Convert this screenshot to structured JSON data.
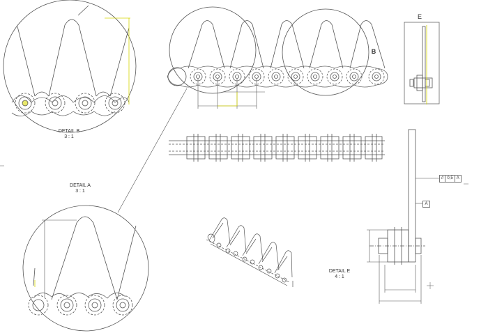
{
  "details": {
    "detail_b": {
      "title": "DETAIL B",
      "scale": "3 : 1"
    },
    "detail_a": {
      "title": "DETAIL A",
      "scale": "3 : 1"
    },
    "detail_e": {
      "title": "DETAIL E",
      "scale": "4 : 1"
    }
  },
  "view_labels": {
    "section_e": "E",
    "callout_b": "B"
  },
  "annotations": {
    "parallelism": {
      "symbol": "//",
      "value": "0,5",
      "datum": "A"
    },
    "datum": "A"
  },
  "colors": {
    "line": "#555555",
    "hidden": "#777777",
    "dimension": "#d4d400",
    "ink": "#333333"
  }
}
